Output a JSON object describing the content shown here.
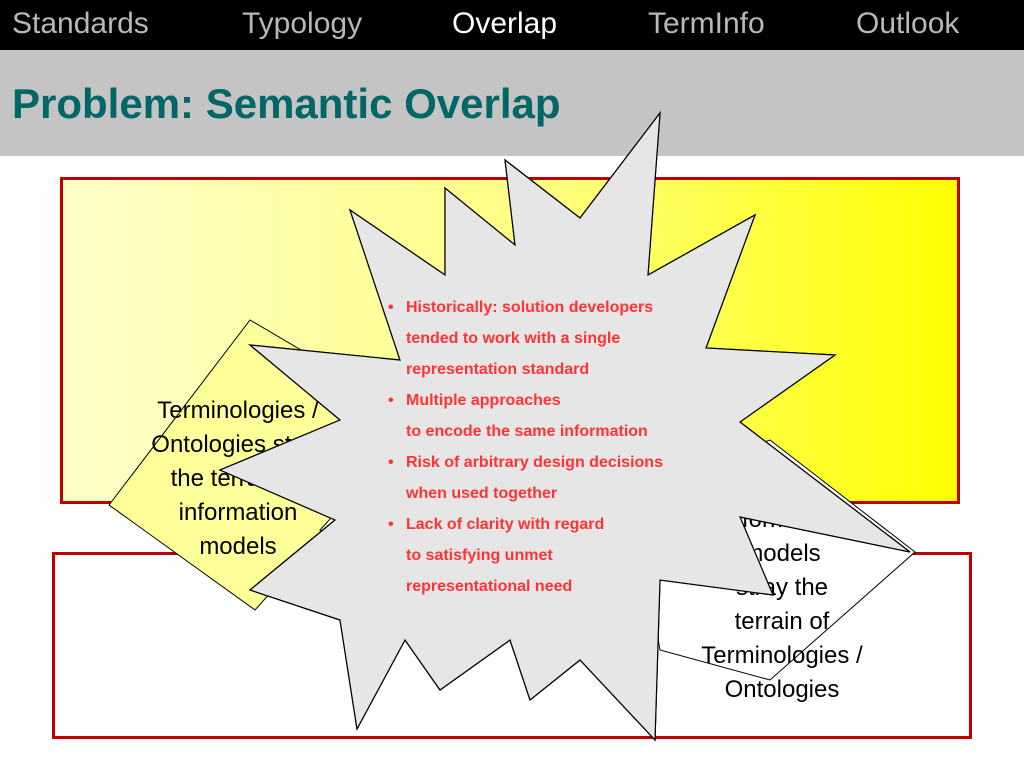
{
  "nav": {
    "items": [
      {
        "label": "Standards",
        "active": false
      },
      {
        "label": "Typology",
        "active": false
      },
      {
        "label": "Overlap",
        "active": true
      },
      {
        "label": "TermInfo",
        "active": false
      },
      {
        "label": "Outlook",
        "active": false
      }
    ]
  },
  "title": "Problem: Semantic Overlap",
  "left_callout": {
    "lines": [
      "Terminologies /",
      "Ontologies stray",
      "the terrain of",
      "information",
      "models"
    ]
  },
  "right_callout": {
    "lines": [
      "Information",
      "models",
      "stray the",
      "terrain of",
      "Terminologies /",
      "Ontologies"
    ]
  },
  "burst": {
    "bullets": [
      {
        "lines": [
          "Historically: solution developers",
          "tended to work with a single",
          "representation standard"
        ]
      },
      {
        "lines": [
          "Multiple approaches",
          "to encode the same information"
        ]
      },
      {
        "lines": [
          "Risk of arbitrary design decisions",
          "when used together"
        ]
      },
      {
        "lines": [
          "Lack of clarity with regard",
          "to satisfying unmet",
          "representational need"
        ]
      }
    ],
    "bullet_glyph": "•"
  },
  "colors": {
    "nav_bg": "#000000",
    "nav_text": "#b8b8b8",
    "nav_active": "#ffffff",
    "title_band": "#c4c4c4",
    "title_text": "#006666",
    "panel_border": "#c00000",
    "burst_fill": "#e6e6e6",
    "burst_text": "#ff3333",
    "left_callout_fill": "#ffff99"
  }
}
